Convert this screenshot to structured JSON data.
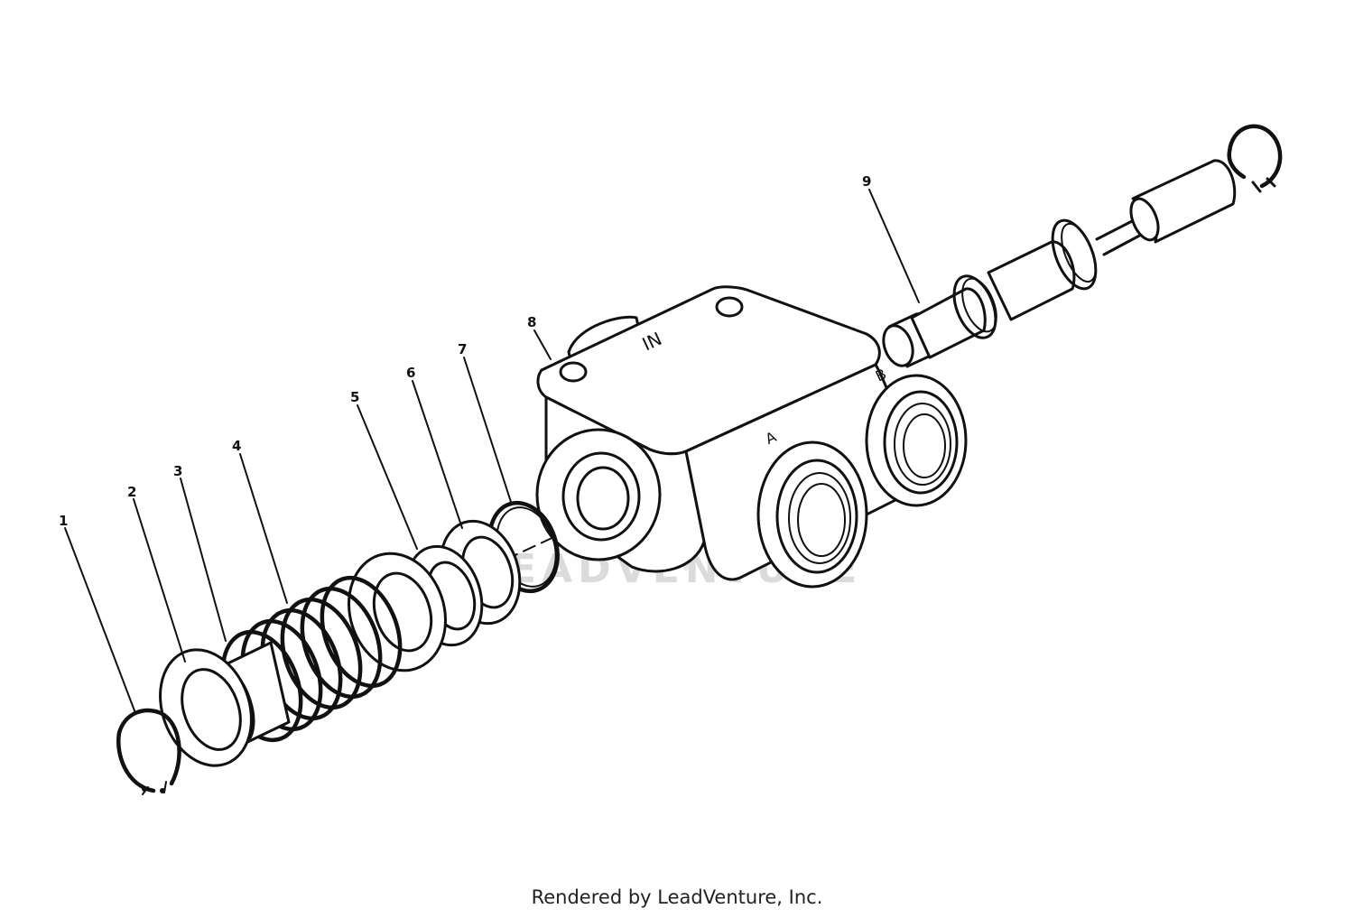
{
  "diagram": {
    "callouts": [
      "1",
      "2",
      "3",
      "4",
      "5",
      "6",
      "7",
      "8",
      "9"
    ],
    "port_marks": {
      "in": "IN",
      "a": "A",
      "b": "B"
    },
    "watermark": "LEADVENTURE"
  },
  "footer": {
    "credit": "Rendered by LeadVenture, Inc."
  }
}
